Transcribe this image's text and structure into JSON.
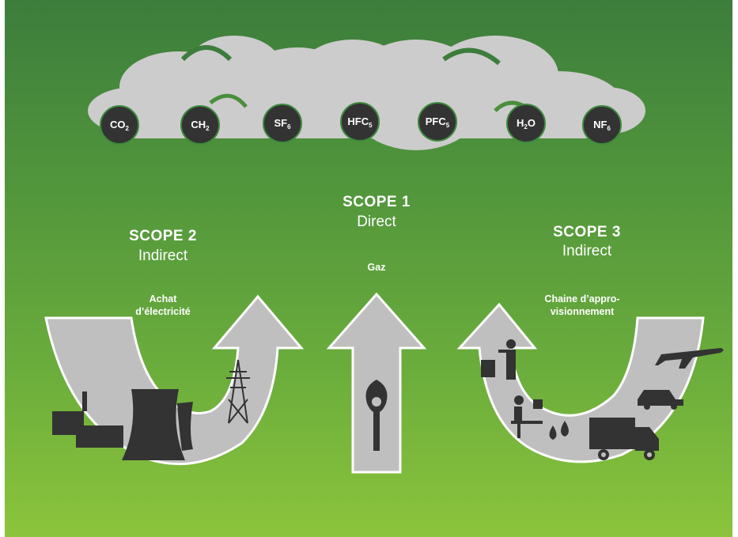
{
  "gases": [
    {
      "base": "CO",
      "sub": "2"
    },
    {
      "base": "CH",
      "sub": "2"
    },
    {
      "base": "SF",
      "sub": "6"
    },
    {
      "base": "HFC",
      "sub": "5"
    },
    {
      "base": "PFC",
      "sub": "5"
    },
    {
      "base": "H",
      "sub": "2",
      "tail": "O"
    },
    {
      "base": "NF",
      "sub": "6"
    }
  ],
  "scope1": {
    "title": "SCOPE 1",
    "type": "Direct",
    "source": "Gaz"
  },
  "scope2": {
    "title": "SCOPE 2",
    "type": "Indirect",
    "source_line1": "Achat",
    "source_line2": "d’électricité"
  },
  "scope3": {
    "title": "SCOPE 3",
    "type": "Indirect",
    "source_line1": "Chaine d’appro-",
    "source_line2": "visionnement"
  },
  "colors": {
    "cloud": "#cccccc",
    "arrow": "#bfbfbf",
    "dark": "#333333"
  },
  "icons": [
    "cloud-icon",
    "factory-icon",
    "cooling-tower-icon",
    "power-pylon-icon",
    "gas-flame-icon",
    "trash-person-icon",
    "desk-worker-icon",
    "oil-drop-icon",
    "truck-icon",
    "car-icon",
    "airplane-icon"
  ]
}
